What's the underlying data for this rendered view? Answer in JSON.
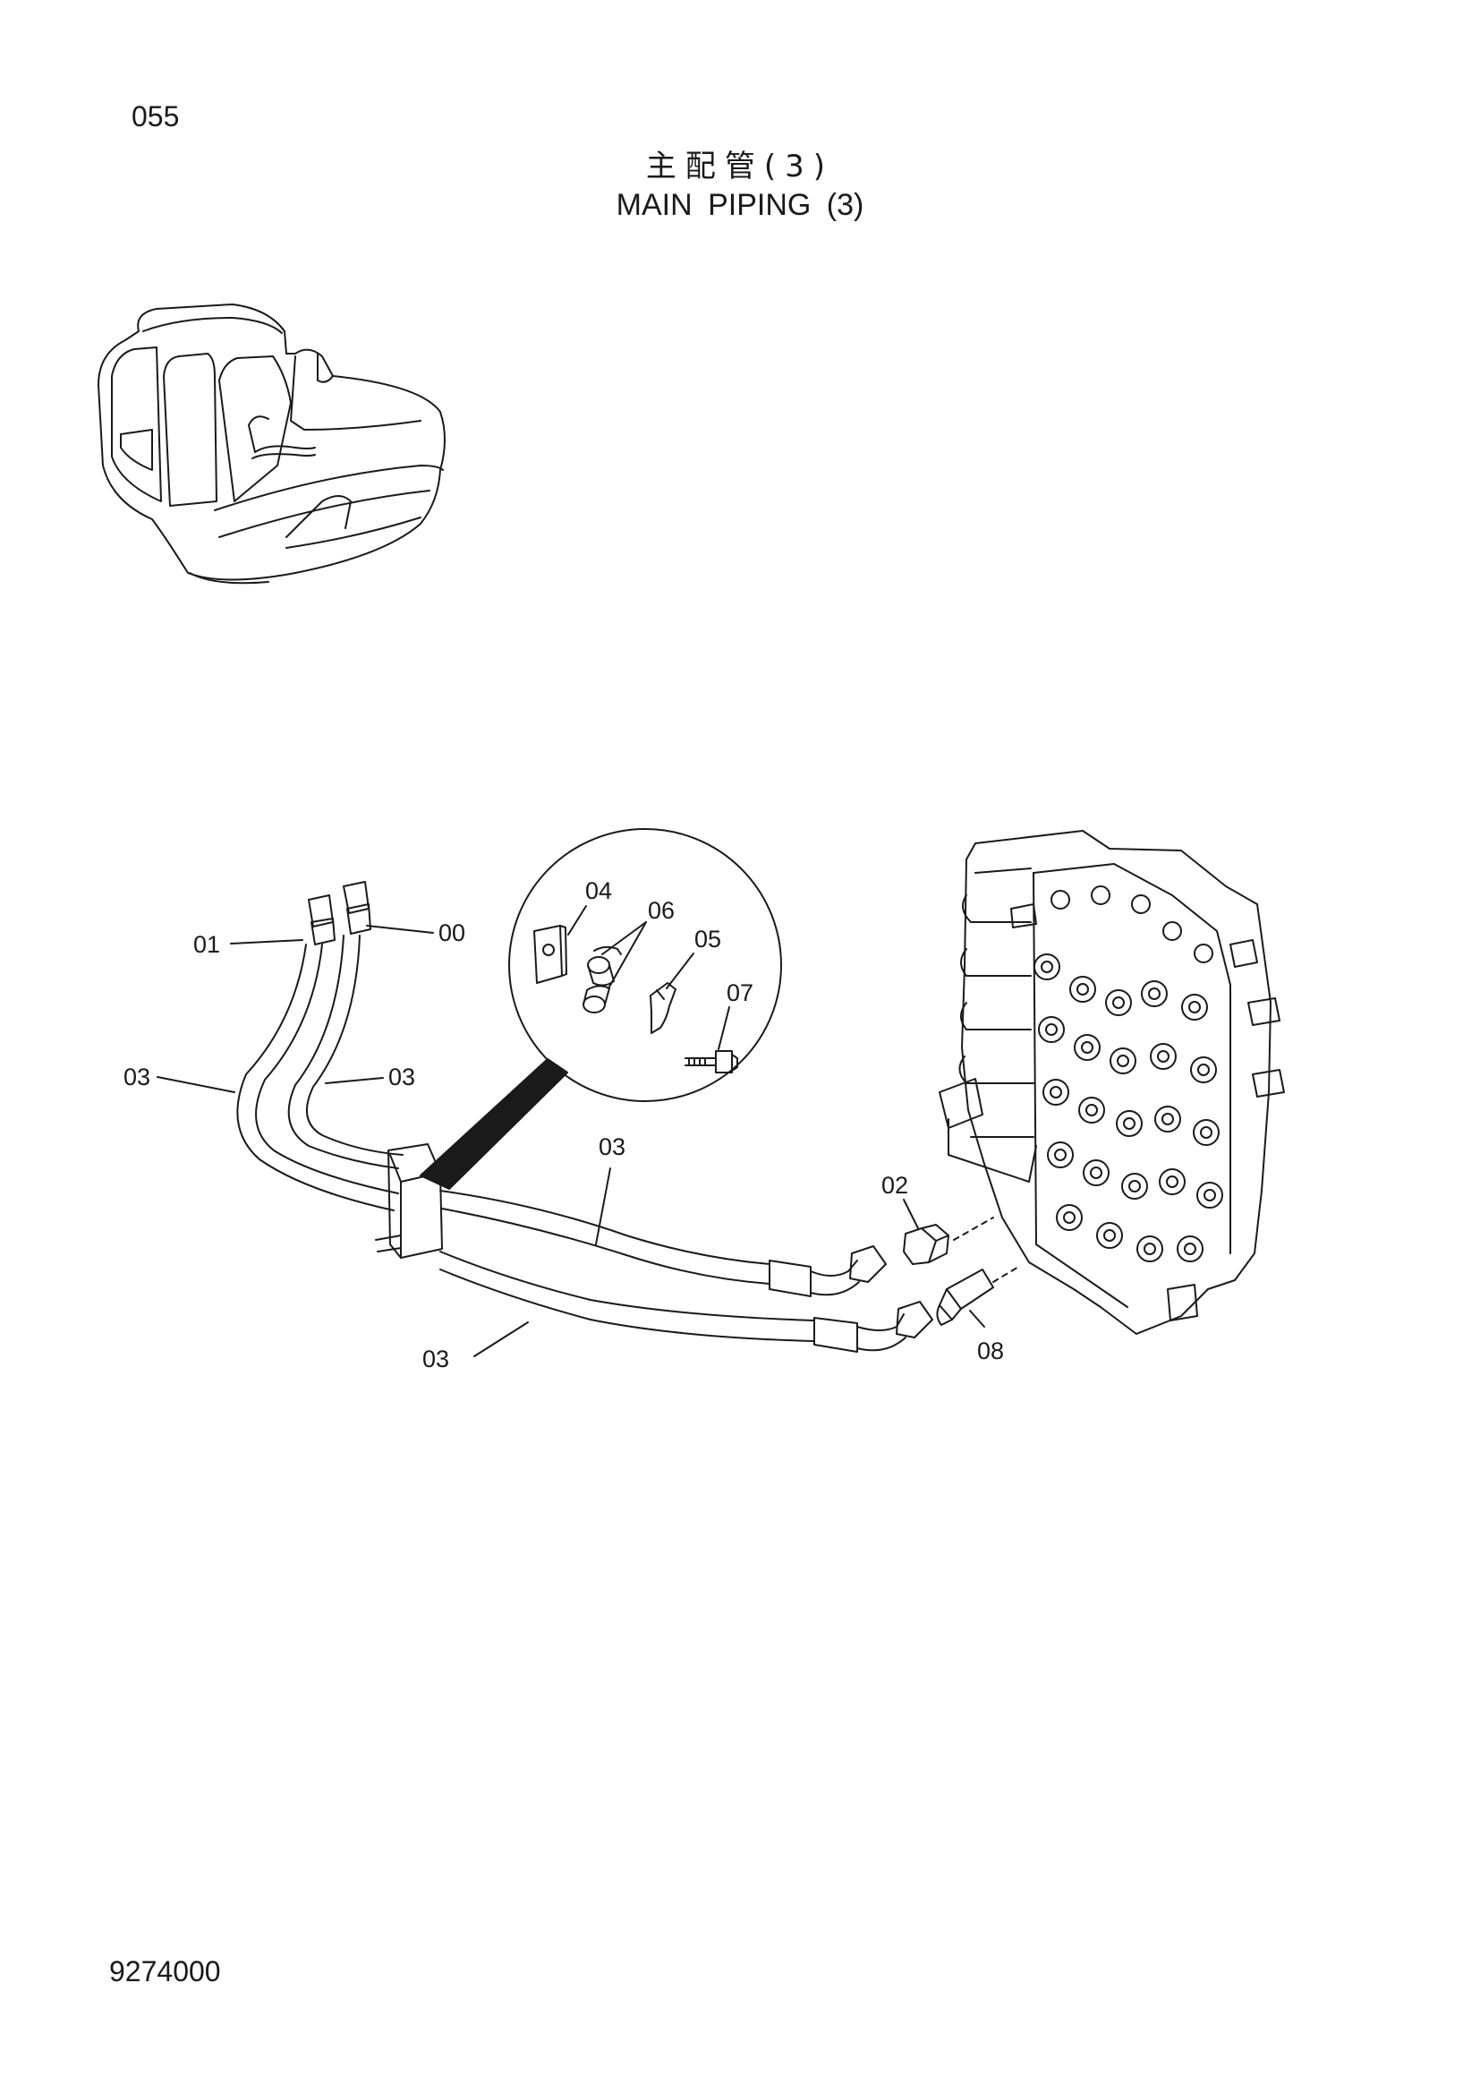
{
  "page": {
    "number": "055",
    "title_jp": "主配管(3)",
    "title_en": "MAIN PIPING (3)",
    "doc_number": "9274000"
  },
  "callouts": {
    "c00": "00",
    "c01": "01",
    "c02": "02",
    "c03a": "03",
    "c03b": "03",
    "c03c": "03",
    "c03d": "03",
    "c04": "04",
    "c05": "05",
    "c06": "06",
    "c07": "07",
    "c08": "08"
  },
  "colors": {
    "ink": "#1a1a1a",
    "paper": "#ffffff"
  }
}
